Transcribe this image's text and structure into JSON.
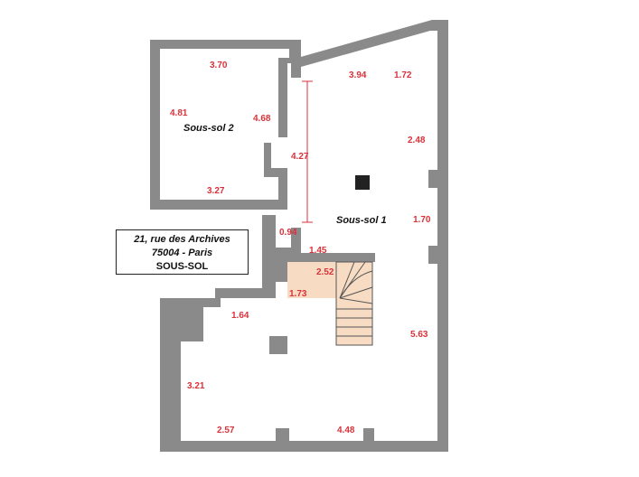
{
  "address": {
    "street": "21, rue des Archives",
    "city": "75004 - Paris",
    "level": "SOUS-SOL"
  },
  "rooms": {
    "sous_sol_1": "Sous-sol 1",
    "sous_sol_2": "Sous-sol 2"
  },
  "dimensions": {
    "s2_top": "3.70",
    "s2_left": "4.81",
    "s2_right": "4.68",
    "s2_bottom": "3.27",
    "s1_top": "3.94",
    "s1_top_right": "1.72",
    "s1_right_upper": "2.48",
    "s1_right_mid": "1.70",
    "s1_left_height": "4.27",
    "s1_left_small": "0.94",
    "s1_passage": "1.45",
    "stair_width": "2.52",
    "stair_depth": "1.73",
    "lower_left_top": "1.64",
    "lower_right": "5.63",
    "lower_left": "3.21",
    "lower_bottom_left": "2.57",
    "lower_bottom_right": "4.48"
  },
  "colors": {
    "wall": "#8a8a8a",
    "dimension_text": "#d9323a",
    "stair_fill": "#f7dcc3"
  }
}
